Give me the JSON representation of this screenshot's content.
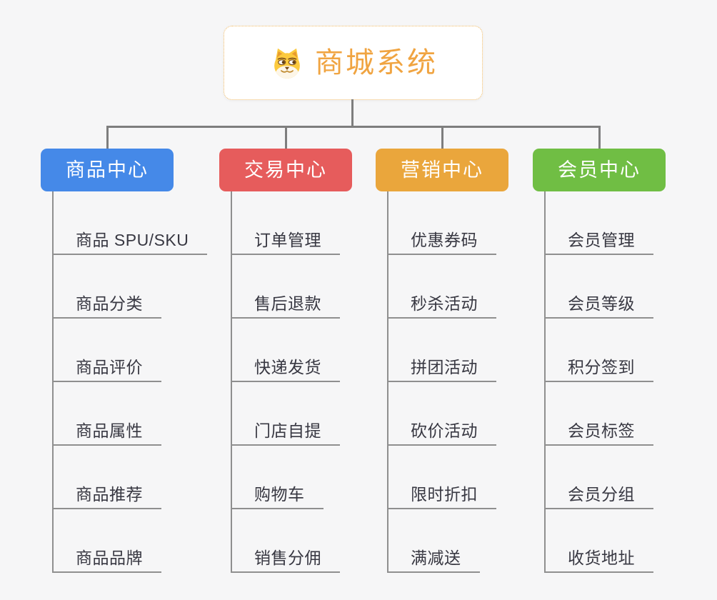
{
  "root": {
    "title": "商城系统",
    "title_color": "#f0a441",
    "border_color": "#f3bc66",
    "icon": "shiba-dog-icon"
  },
  "colors": {
    "connector_line": "#7e7e7e",
    "child_line": "#8f8f8f",
    "background": "#f6f6f7",
    "child_text": "#383842"
  },
  "branches": [
    {
      "label": "商品中心",
      "color": "#4589e8",
      "children": [
        "商品 SPU/SKU",
        "商品分类",
        "商品评价",
        "商品属性",
        "商品推荐",
        "商品品牌"
      ]
    },
    {
      "label": "交易中心",
      "color": "#e65c5c",
      "children": [
        "订单管理",
        "售后退款",
        "快递发货",
        "门店自提",
        "购物车",
        "销售分佣"
      ]
    },
    {
      "label": "营销中心",
      "color": "#eaa63c",
      "children": [
        "优惠券码",
        "秒杀活动",
        "拼团活动",
        "砍价活动",
        "限时折扣",
        "满减送"
      ]
    },
    {
      "label": "会员中心",
      "color": "#70be44",
      "children": [
        "会员管理",
        "会员等级",
        "积分签到",
        "会员标签",
        "会员分组",
        "收货地址"
      ]
    }
  ]
}
